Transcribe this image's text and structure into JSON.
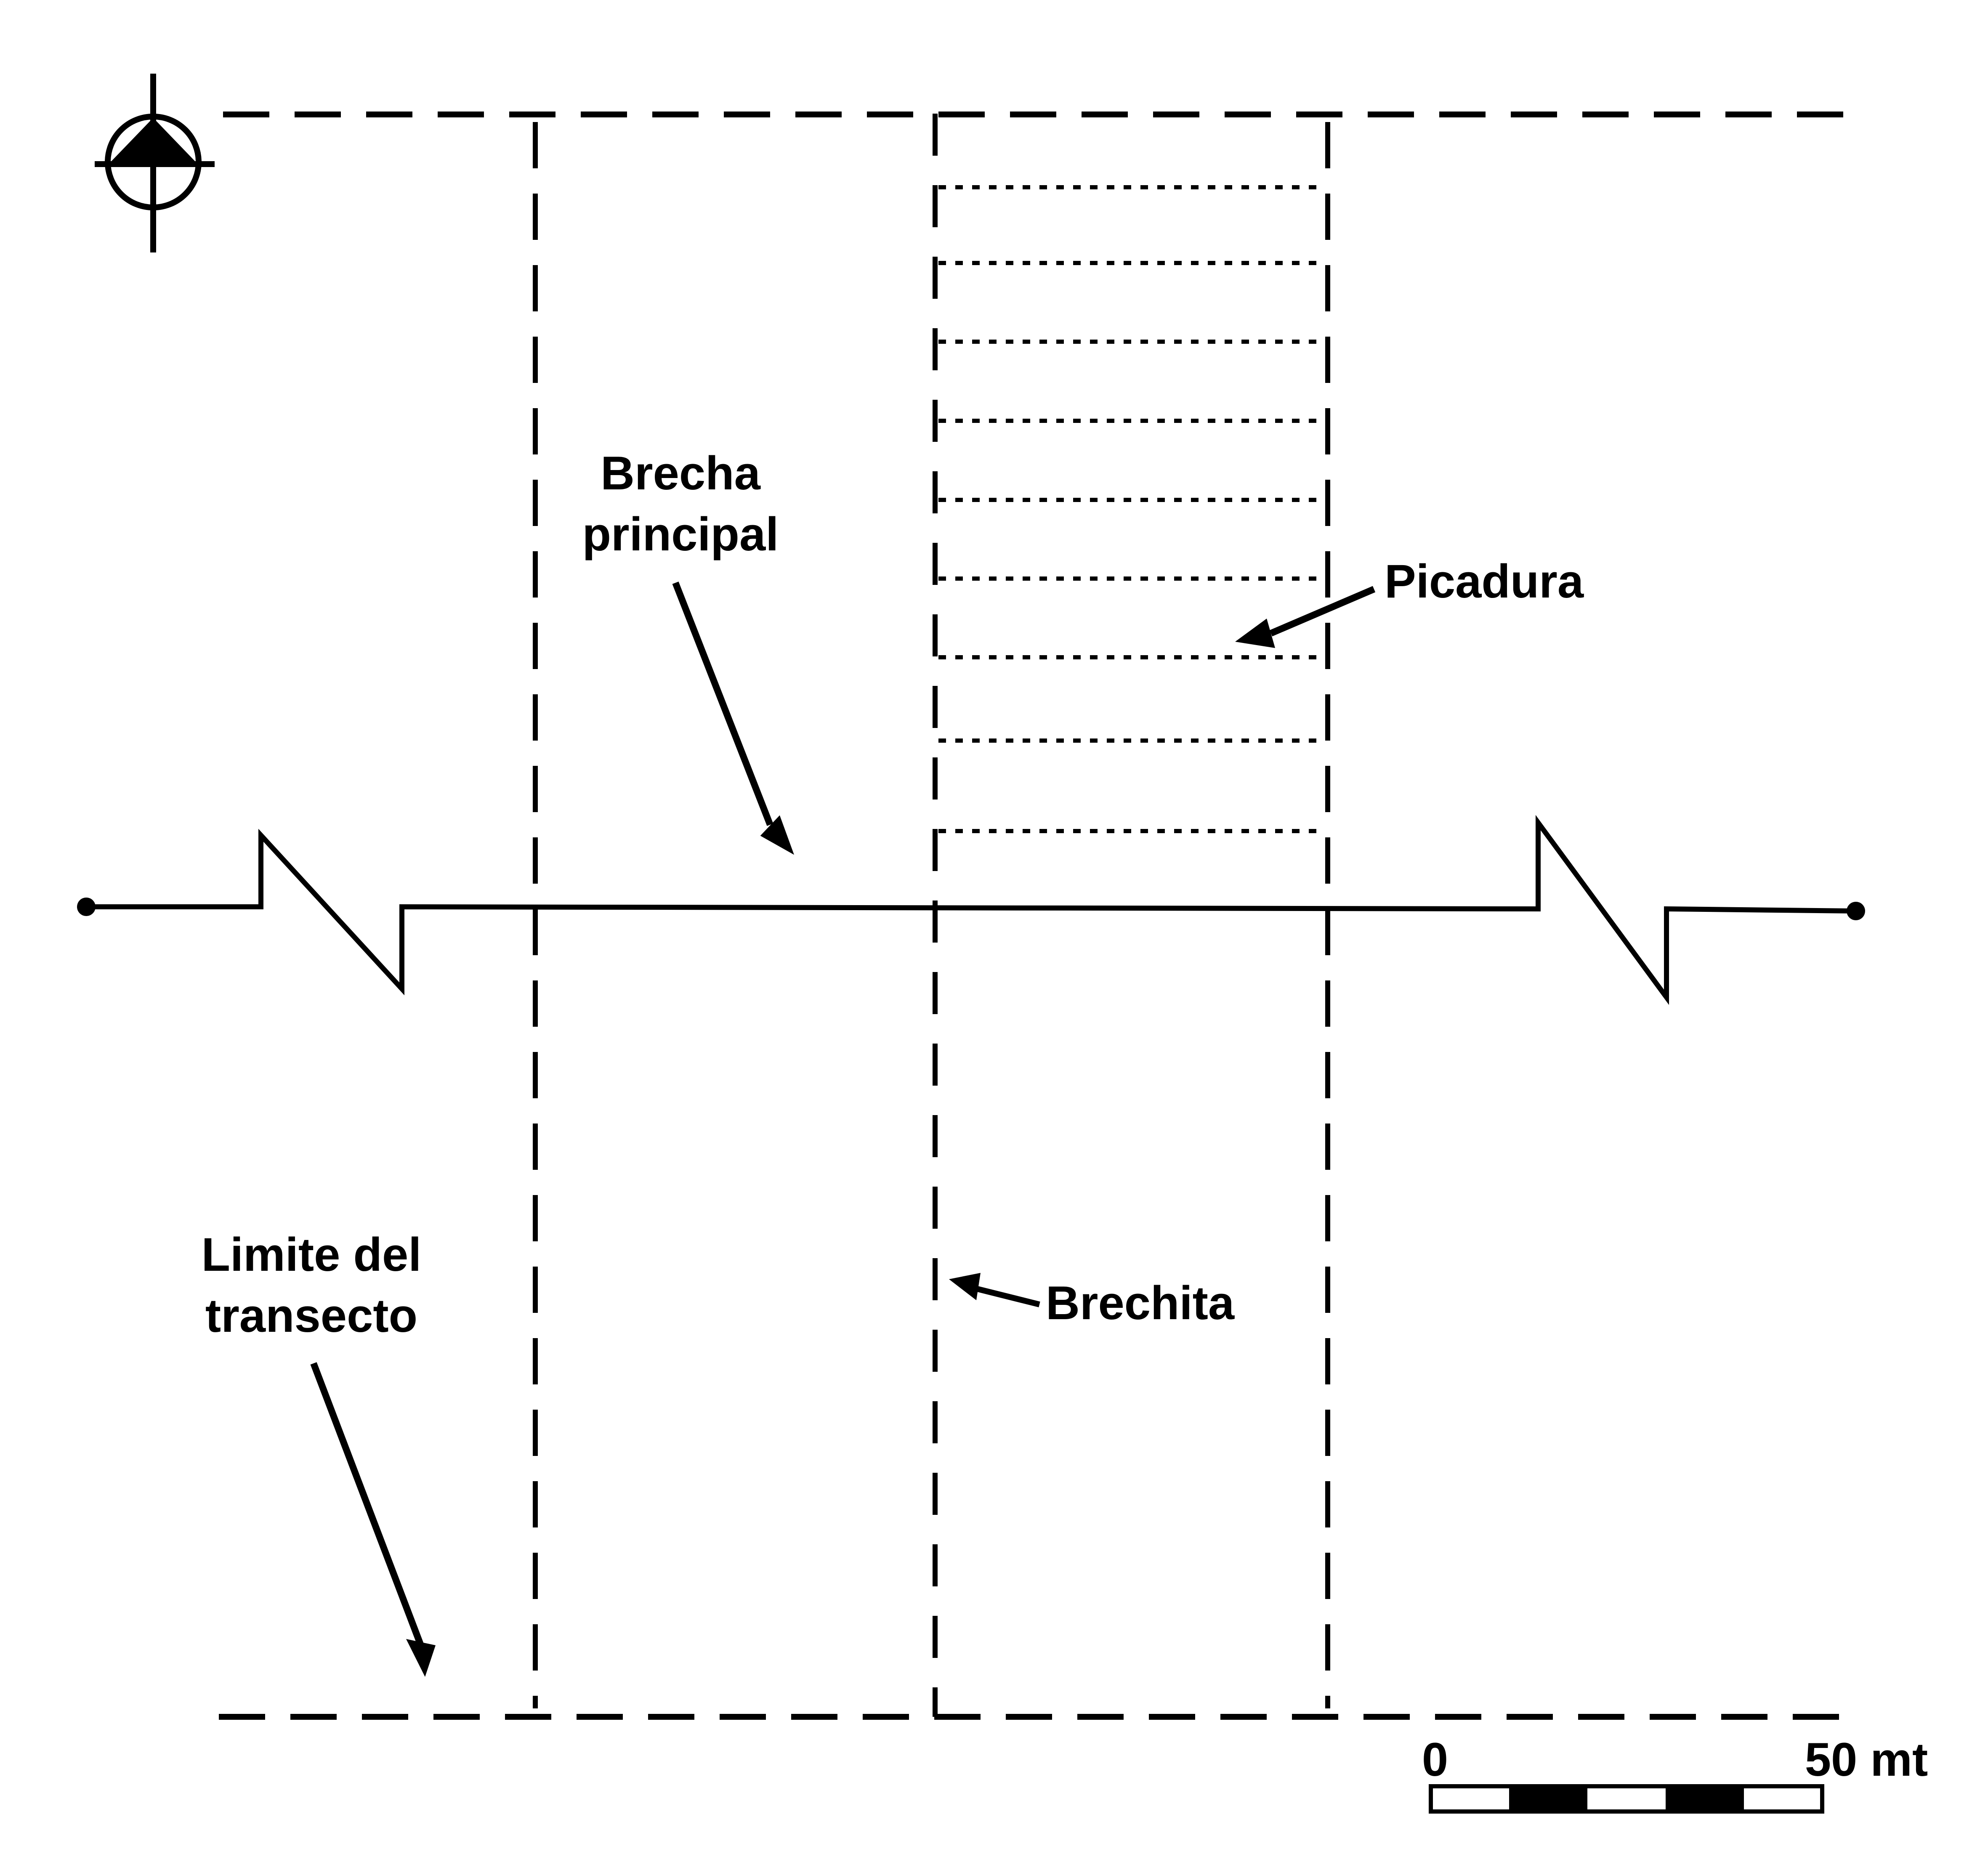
{
  "labels": {
    "brecha_principal": [
      "Brecha",
      "principal"
    ],
    "picadura": "Picadura",
    "limite_del_transecto": [
      "Limite del",
      "transecto"
    ],
    "brechita": "Brechita"
  },
  "scale_bar": {
    "start_label": "0",
    "end_label": "50 mt",
    "segments": 5
  },
  "north_symbol": "north-arrow-icon",
  "colors": {
    "ink": "#000000",
    "paper": "#ffffff"
  }
}
